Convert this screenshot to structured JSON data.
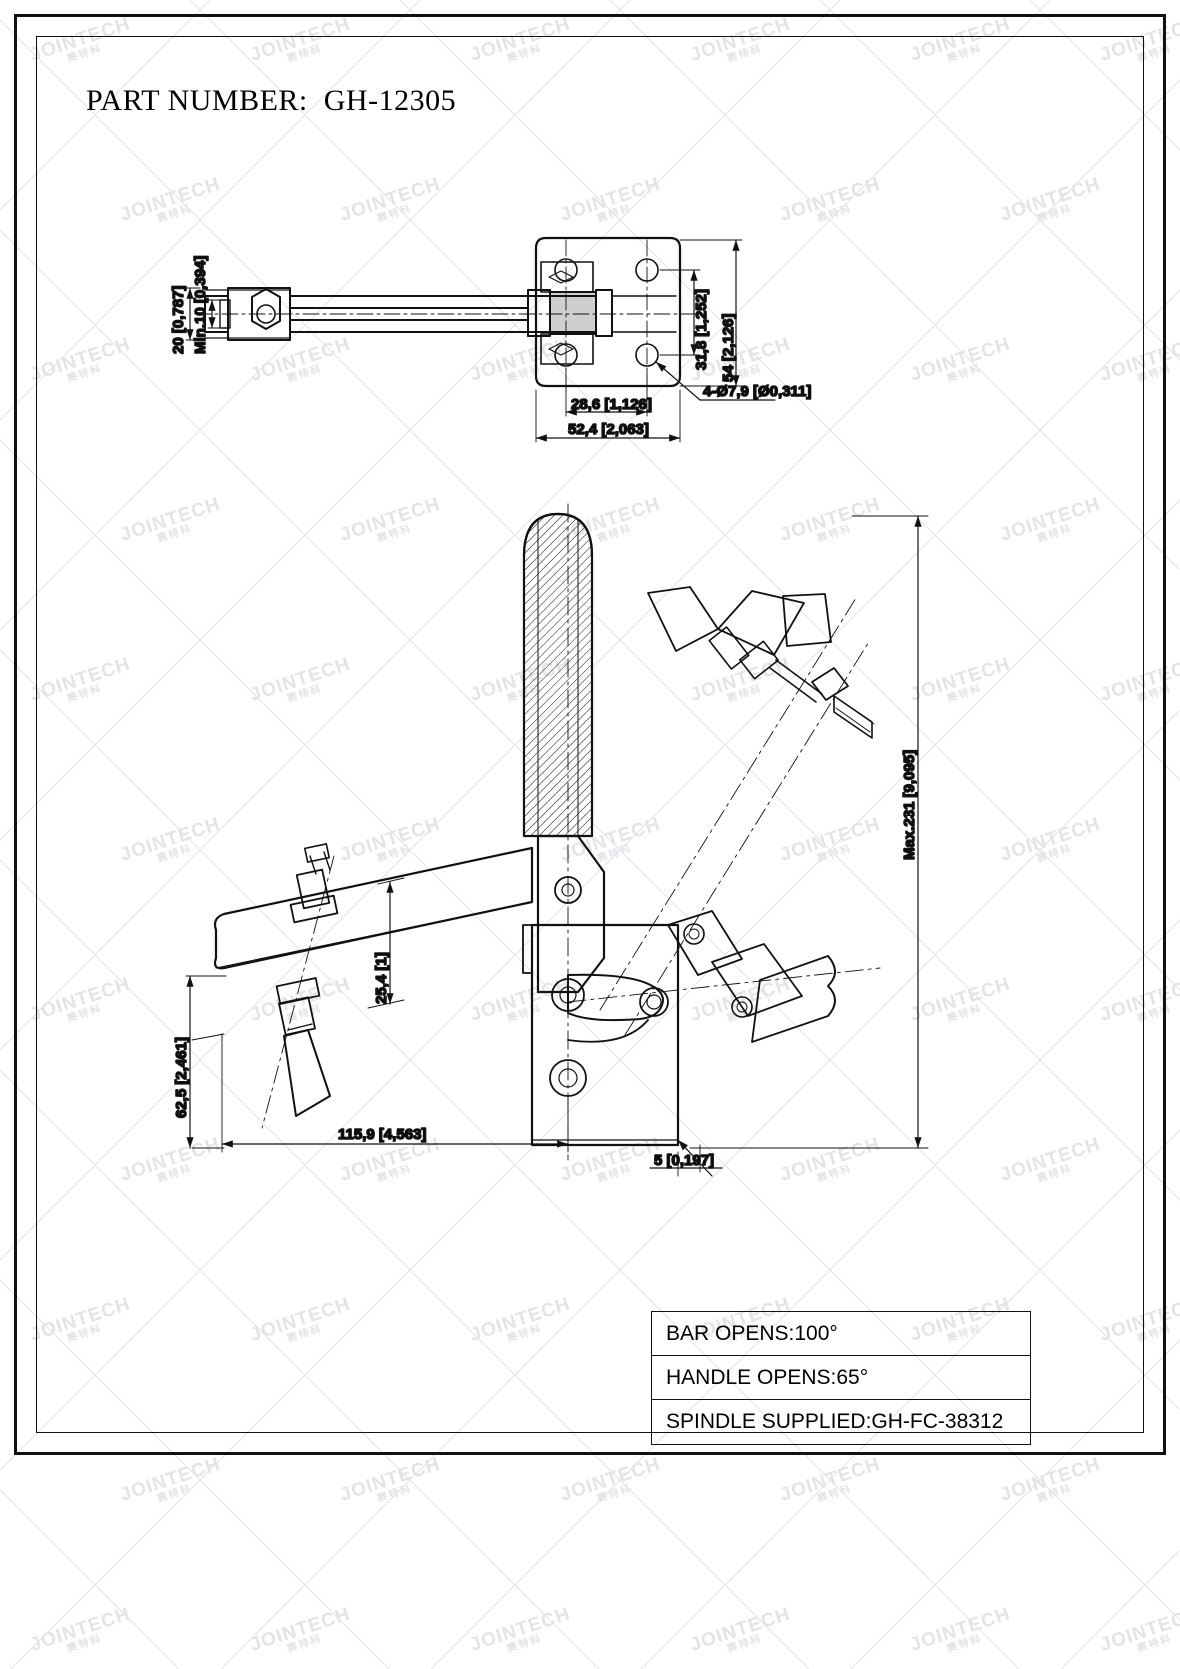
{
  "sheet": {
    "title_label": "PART NUMBER:  GH-12305",
    "part_number": "GH-12305",
    "watermark_text": "JOINTECH",
    "watermark_cn": "赛特科"
  },
  "spec_table": {
    "rows": [
      {
        "label": "BAR OPENS:100°"
      },
      {
        "label": "HANDLE OPENS:65°"
      },
      {
        "label": "SPINDLE SUPPLIED:GH-FC-38312"
      }
    ]
  },
  "dimensions": {
    "top_view": {
      "bar_thickness": "20 [0,787]",
      "min_spindle": "Min.10 [0,394]",
      "hole_spacing_v": "31,8 [1,252]",
      "base_width": "54 [2,126]",
      "hole_spacing_h": "28,6 [1,126]",
      "base_length": "52,4 [2,063]",
      "holes_note": "4-Ø7,9 [Ø0,311]"
    },
    "side_view": {
      "max_height": "Max.231 [9,095]",
      "spindle_height": "25,4 [1]",
      "bar_drop": "62,5 [2,461]",
      "reach": "115,9 [4,563]",
      "plate_thickness": "5 [0,197]"
    }
  },
  "colors": {
    "line": "#111111",
    "watermark": "#e3e3e8",
    "hatch": "#222222"
  }
}
